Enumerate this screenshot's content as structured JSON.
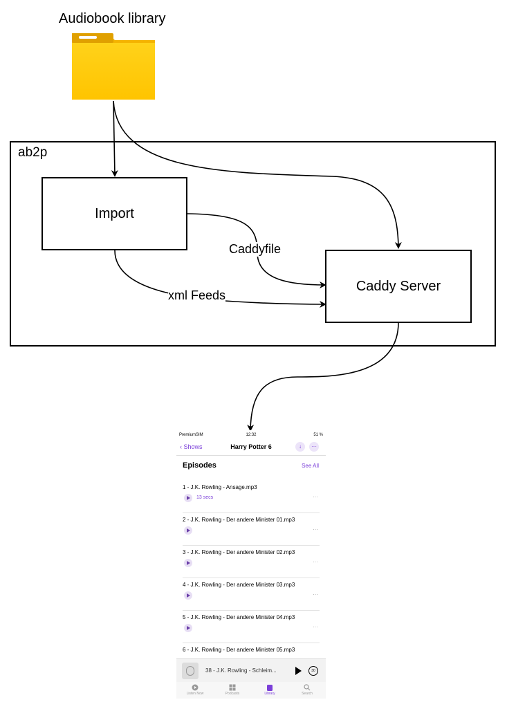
{
  "diagram": {
    "library_label": "Audiobook library",
    "container_label": "ab2p",
    "import_label": "Import",
    "server_label": "Caddy Server",
    "edge_caddyfile": "Caddyfile",
    "edge_feeds": "xml Feeds",
    "folder_color": "#f5b800"
  },
  "phone": {
    "status": {
      "carrier": "PremiumSIM",
      "time": "12:32",
      "battery": "51 %"
    },
    "nav": {
      "back": "Shows",
      "title": "Harry Potter 6",
      "download_icon": "arrow-down-icon",
      "more": "···"
    },
    "section_title": "Episodes",
    "see_all": "See All",
    "episodes": [
      {
        "title": "1 - J.K. Rowling - Ansage.mp3",
        "duration": "13 secs"
      },
      {
        "title": "2 - J.K. Rowling - Der andere Minister 01.mp3",
        "duration": ""
      },
      {
        "title": "3 - J.K. Rowling - Der andere Minister 02.mp3",
        "duration": ""
      },
      {
        "title": "4 - J.K. Rowling - Der andere Minister 03.mp3",
        "duration": ""
      },
      {
        "title": "5 - J.K. Rowling - Der andere Minister 04.mp3",
        "duration": ""
      },
      {
        "title": "6 - J.K. Rowling - Der andere Minister 05.mp3",
        "duration": ""
      }
    ],
    "episode_more": "···",
    "mini_player": {
      "title": "38 - J.K. Rowling - Schleim...",
      "skip": "30"
    },
    "tabs": [
      {
        "label": "Listen Now",
        "icon": "play-circle-icon"
      },
      {
        "label": "Podcasts",
        "icon": "grid-icon"
      },
      {
        "label": "Library",
        "icon": "library-icon",
        "active": true
      },
      {
        "label": "Search",
        "icon": "search-icon"
      }
    ],
    "accent_color": "#7b3fd9"
  }
}
